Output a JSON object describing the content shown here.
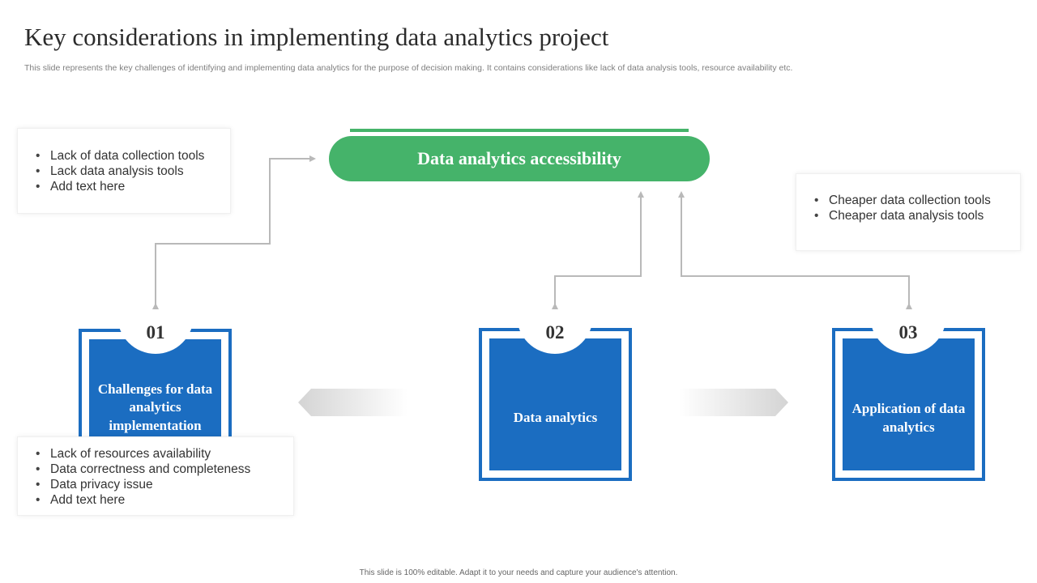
{
  "title": "Key considerations in implementing data analytics project",
  "subtitle": "This slide represents the key challenges of identifying and implementing data analytics for the purpose of decision making. It contains considerations like lack of data analysis tools, resource availability etc.",
  "hub": {
    "label": "Data analytics accessibility"
  },
  "notes": {
    "top_left": [
      "Lack of data collection tools",
      "Lack data analysis tools",
      "Add text here"
    ],
    "top_right": [
      "Cheaper data collection tools",
      "Cheaper data analysis tools"
    ],
    "bottom_left": [
      "Lack of resources availability",
      "Data correctness and completeness",
      "Data privacy issue",
      "Add text here"
    ]
  },
  "cards": [
    {
      "number": "01",
      "label": "Challenges for data analytics implementation"
    },
    {
      "number": "02",
      "label": "Data analytics"
    },
    {
      "number": "03",
      "label": "Application of data analytics"
    }
  ],
  "colors": {
    "green": "#45b36a",
    "blue": "#1b6dc1",
    "connector": "#b9b9b9"
  },
  "footer": "This slide is 100% editable. Adapt it to your needs and capture your audience's attention."
}
